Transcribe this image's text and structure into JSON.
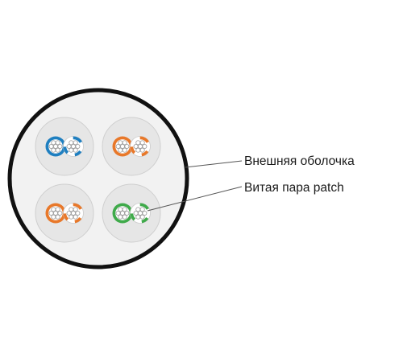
{
  "diagram": {
    "labels": {
      "outer_sheath": "Внешняя оболочка",
      "twisted_pair": "Витая пара patch"
    },
    "colors": {
      "sheath": "#111111",
      "jacket": "#f2f2f2",
      "pair_sheath": "#e6e6e6",
      "strand": "#ffffff",
      "strand_outline": "#999999",
      "leader_line": "#555555"
    },
    "pairs": [
      {
        "name": "blue-pair",
        "color": "#1f7fc0"
      },
      {
        "name": "orange-pair-top",
        "color": "#e8782a"
      },
      {
        "name": "orange-pair-bottom",
        "color": "#e8782a"
      },
      {
        "name": "green-pair",
        "color": "#3faa4a"
      }
    ]
  }
}
